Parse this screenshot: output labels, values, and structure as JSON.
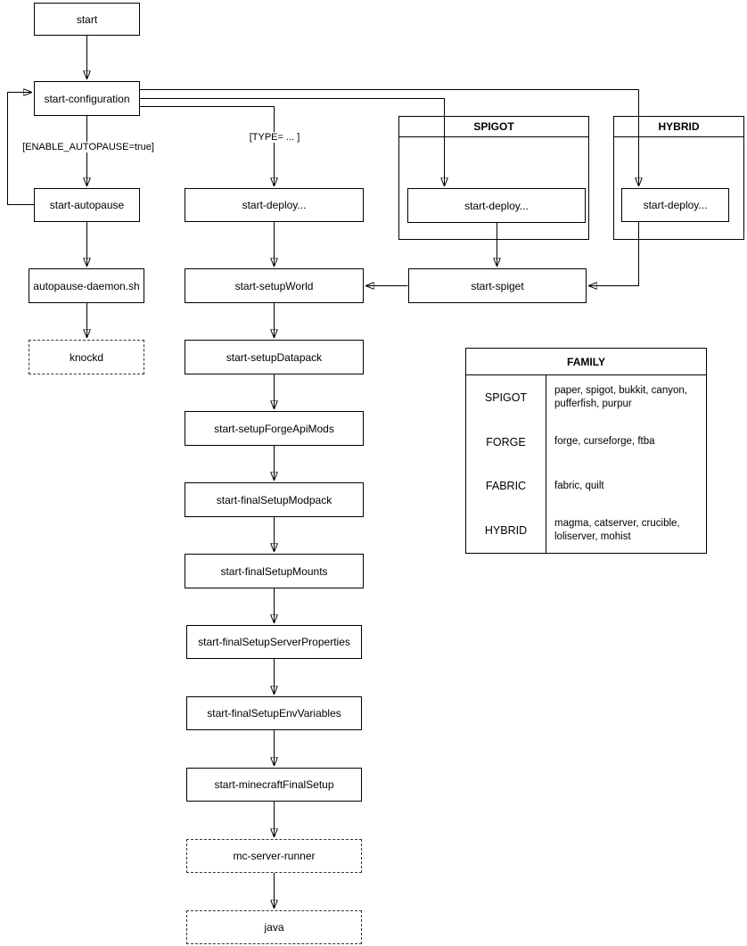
{
  "nodes": {
    "start": "start",
    "start_configuration": "start-configuration",
    "start_autopause": "start-autopause",
    "autopause_daemon": "autopause-daemon.sh",
    "knockd": "knockd",
    "start_deploy_main": "start-deploy...",
    "start_setup_world": "start-setupWorld",
    "start_setup_datapack": "start-setupDatapack",
    "start_setup_forge_api_mods": "start-setupForgeApiMods",
    "start_final_setup_modpack": "start-finalSetupModpack",
    "start_final_setup_mounts": "start-finalSetupMounts",
    "start_final_setup_server_properties": "start-finalSetupServerProperties",
    "start_final_setup_env_variables": "start-finalSetupEnvVariables",
    "start_minecraft_final_setup": "start-minecraftFinalSetup",
    "mc_server_runner": "mc-server-runner",
    "java": "java",
    "start_deploy_spigot": "start-deploy...",
    "start_deploy_hybrid": "start-deploy...",
    "start_spiget": "start-spiget"
  },
  "edge_labels": {
    "enable_autopause": "[ENABLE_AUTOPAUSE=true]",
    "type_condition": "[TYPE= ... ]"
  },
  "groups": {
    "spigot": "SPIGOT",
    "hybrid": "HYBRID"
  },
  "family_table": {
    "title": "FAMILY",
    "rows": [
      {
        "family": "SPIGOT",
        "members": "paper, spigot, bukkit, canyon,\npufferfish, purpur"
      },
      {
        "family": "FORGE",
        "members": "forge, curseforge, ftba"
      },
      {
        "family": "FABRIC",
        "members": "fabric, quilt"
      },
      {
        "family": "HYBRID",
        "members": "magma, catserver, crucible,\nloliserver, mohist"
      }
    ]
  },
  "colors": {
    "stroke": "#000000",
    "background": "#ffffff",
    "text": "#000000"
  }
}
